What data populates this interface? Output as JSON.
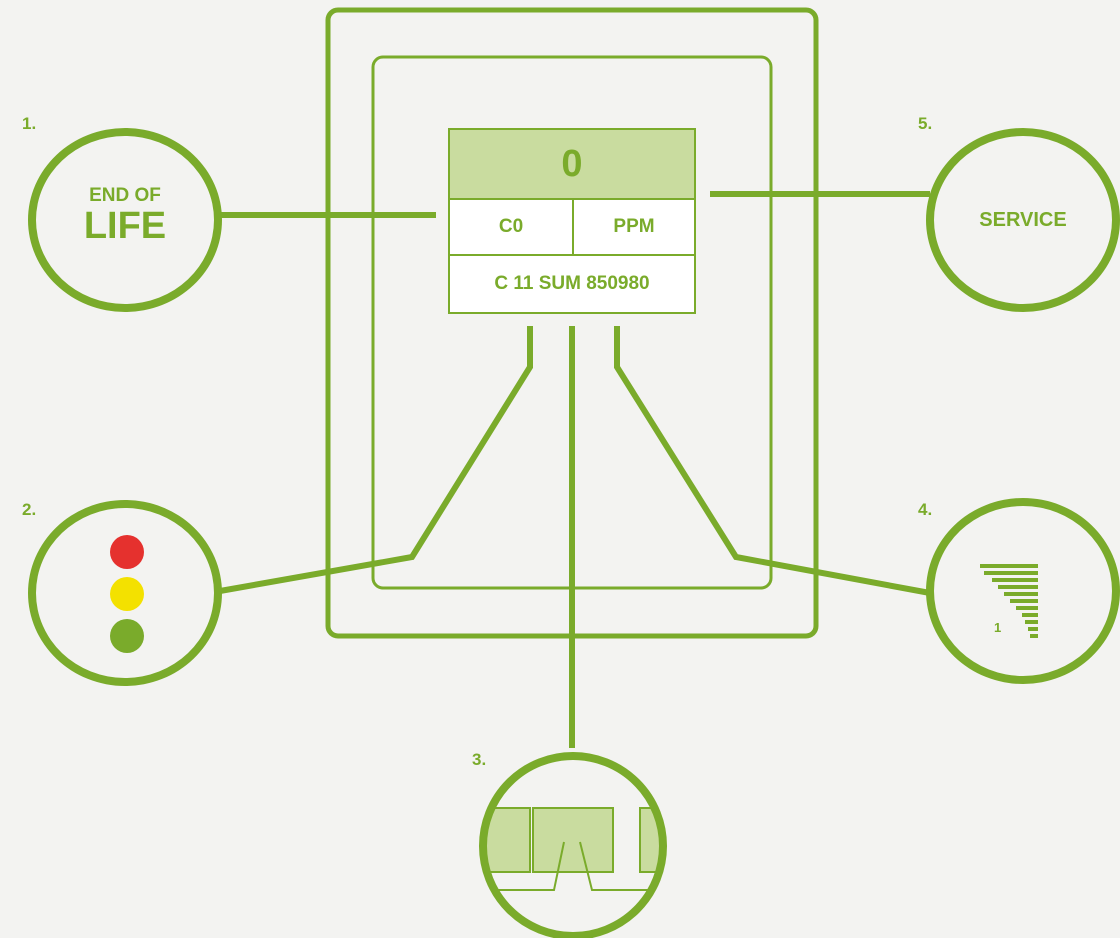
{
  "labels": {
    "one": "1.",
    "two": "2.",
    "three": "3.",
    "four": "4.",
    "five": "5."
  },
  "display": {
    "reading": "0",
    "gas": "C0",
    "unit": "PPM",
    "summary": "C 11 SUM 850980"
  },
  "end_of_life": {
    "line1": "END OF",
    "line2": "LIFE"
  },
  "service": {
    "label": "SERVICE"
  },
  "signal_bars": {
    "level_label": "1"
  },
  "colors": {
    "accent": "#7aab2b",
    "accent_light": "#c9dc9f",
    "background": "#f3f3f1",
    "light_red": "#e5312e",
    "light_yellow": "#f3e100",
    "light_green": "#7aab2b"
  },
  "icons": {
    "traffic_light": "traffic-light-icon",
    "signal_bars": "signal-bars-icon",
    "display_closeup": "display-closeup-icon"
  }
}
